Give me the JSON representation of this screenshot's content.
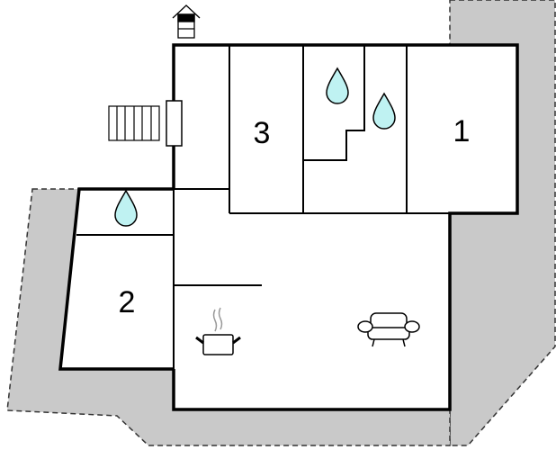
{
  "title": "Floor plan",
  "rooms": [
    {
      "label": "3",
      "type": "bedroom"
    },
    {
      "label": "1",
      "type": "bedroom"
    },
    {
      "label": "2",
      "type": "bedroom"
    }
  ],
  "icons": [
    "entrance-icon",
    "stairs-icon",
    "window-icon",
    "water-drop-icon",
    "kitchen-pot-icon",
    "sofa-icon"
  ],
  "colors": {
    "terrain": "#c9c9c9",
    "wall": "#000000",
    "water": "#bff2f2"
  }
}
